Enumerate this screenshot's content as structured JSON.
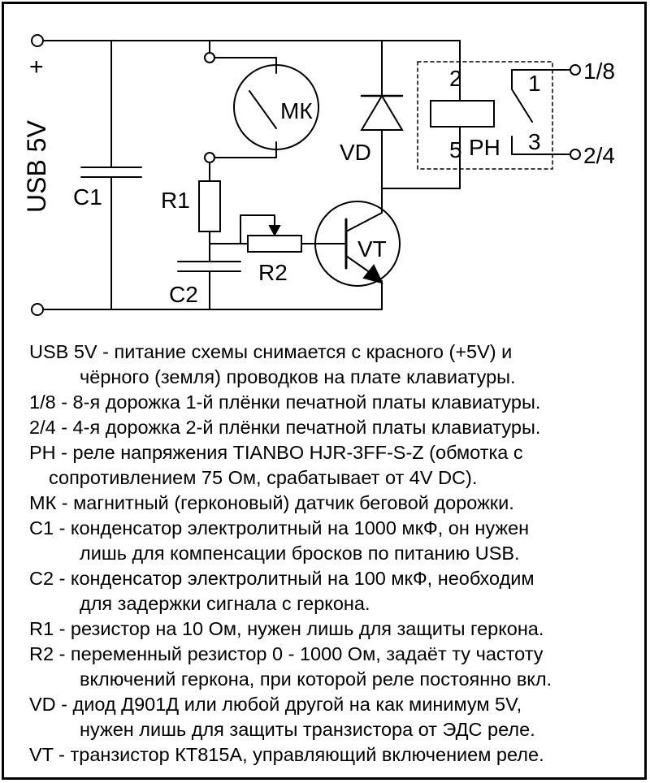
{
  "schematic": {
    "power_label": "USB 5V",
    "plus_sign": "+",
    "components": {
      "C1": "C1",
      "C2": "C2",
      "R1": "R1",
      "R2": "R2",
      "MK": "МК",
      "VD": "VD",
      "VT": "VT",
      "PH": "PH"
    },
    "relay_pins": {
      "p1": "1",
      "p2": "2",
      "p3": "3",
      "p5": "5"
    },
    "outputs": {
      "out1": "1/8",
      "out2": "2/4"
    }
  },
  "legend": [
    {
      "lines": [
        "USB 5V - питание схемы снимается с красного (+5V) и",
        "чёрного (земля) проводков на плате клавиатуры."
      ],
      "indent": "wide"
    },
    {
      "lines": [
        "1/8 - 8-я дорожка 1-й плёнки печатной платы клавиатуры."
      ]
    },
    {
      "lines": [
        "2/4 - 4-я дорожка 2-й плёнки печатной платы клавиатуры."
      ]
    },
    {
      "lines": [
        "PH - реле напряжения TIANBO HJR-3FF-S-Z (обмотка с",
        "сопротивлением 75 Ом, срабатывает от 4V DC)."
      ]
    },
    {
      "lines": [
        "МК - магнитный (герконовый) датчик беговой дорожки."
      ]
    },
    {
      "lines": [
        "C1 - конденсатор электролитный на 1000 мкФ, он нужен",
        "лишь для компенсации бросков по питанию USB."
      ]
    },
    {
      "lines": [
        "C2 - конденсатор электролитный на 100 мкФ, необходим",
        "для задержки сигнала с геркона."
      ]
    },
    {
      "lines": [
        "R1 - резистор на 10 Ом, нужен лишь для защиты геркона."
      ]
    },
    {
      "lines": [
        "R2 - переменный резистор 0 - 1000 Ом, задаёт ту частоту",
        "включений геркона, при которой реле постоянно вкл."
      ]
    },
    {
      "lines": [
        "VD - диод Д901Д или любой другой на как минимум 5V,",
        "нужен лишь для защиты транзистора от ЭДС реле."
      ]
    },
    {
      "lines": [
        "VT - транзистор КТ815А, управляющий включением реле."
      ]
    }
  ]
}
